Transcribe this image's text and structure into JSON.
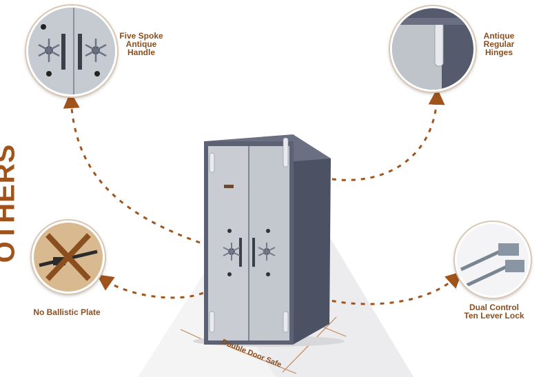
{
  "side_title": "OTHERS",
  "features": {
    "five_spoke_handle": "Five Spoke\nAntique\nHandle",
    "antique_hinges": "Antique\nRegular\nHinges",
    "no_ballistic_plate": "No Ballistic Plate",
    "dual_control_lock": "Dual Control\nTen Lever Lock"
  },
  "product_label": "Double Door Safe",
  "colors": {
    "accent": "#8a4e1f",
    "dash": "#a0541c",
    "safe_body": "#5c6274",
    "safe_door": "#c9cdd3"
  }
}
